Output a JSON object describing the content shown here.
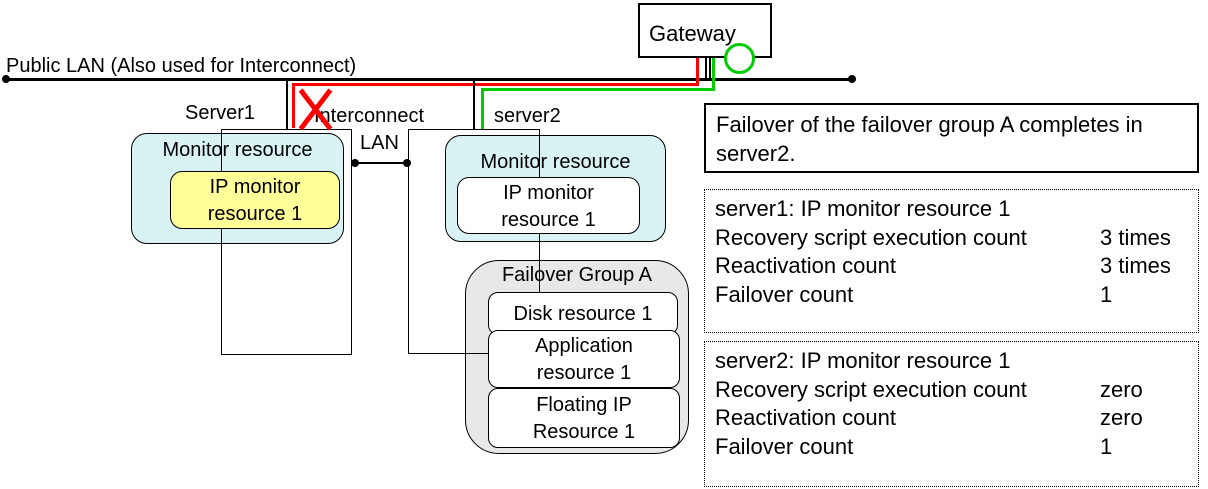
{
  "colors": {
    "line_red": "#ff0000",
    "line_green": "#00cc00",
    "monitor_fill": "#d9f3f5",
    "ip_monitor_fill": "#ffff99",
    "failover_group_fill": "#e8e8e8"
  },
  "diagram": {
    "public_lan_label": "Public LAN (Also used for Interconnect)",
    "gateway": {
      "label": "Gateway"
    },
    "interconnect": {
      "line1": "Interconnect",
      "line2": "LAN"
    },
    "server1": {
      "label": "Server1",
      "monitor_title": "Monitor resource",
      "ip_monitor_line1": "IP monitor",
      "ip_monitor_line2": "resource 1"
    },
    "server2": {
      "label": "server2",
      "monitor_title": "Monitor resource",
      "ip_monitor_line1": "IP monitor",
      "ip_monitor_line2": "resource 1"
    },
    "failover_group": {
      "title": "Failover Group A",
      "disk": {
        "line1": "Disk resource 1"
      },
      "application": {
        "line1": "Application",
        "line2": "resource 1"
      },
      "floating_ip": {
        "line1": "Floating IP",
        "line2": "Resource 1"
      }
    }
  },
  "callout": {
    "text": "Failover of the failover group A completes in server2."
  },
  "info_boxes": [
    {
      "title": "server1: IP monitor resource 1",
      "rows": [
        {
          "label": "Recovery script execution count",
          "value": "3 times"
        },
        {
          "label": "Reactivation count",
          "value": "3 times"
        },
        {
          "label": "Failover count",
          "value": "1"
        }
      ]
    },
    {
      "title": "server2: IP monitor resource 1",
      "rows": [
        {
          "label": "Recovery script execution count",
          "value": "zero"
        },
        {
          "label": "Reactivation count",
          "value": "zero"
        },
        {
          "label": "Failover count",
          "value": "1"
        }
      ]
    }
  ]
}
